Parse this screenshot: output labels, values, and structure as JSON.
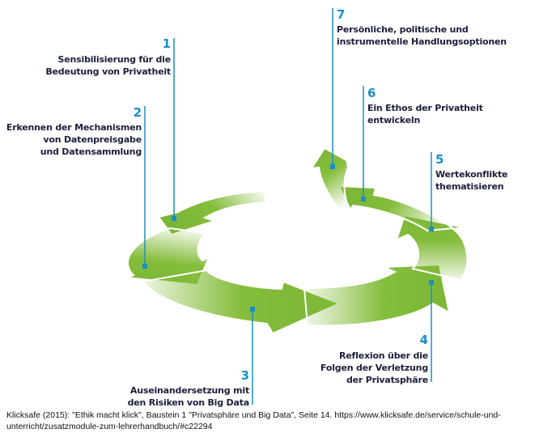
{
  "diagram": {
    "colors": {
      "arrow_green": "#85bd3c",
      "arrow_fade": "#ffffff",
      "leader_line": "#1a8fc4",
      "number": "#1a8fc4",
      "text": "#1b1f3a"
    },
    "steps": [
      {
        "number": "1",
        "lines": [
          "Sensibilisierung für die",
          "Bedeutung von Privatheit"
        ]
      },
      {
        "number": "2",
        "lines": [
          "Erkennen der Mechanismen",
          "von Datenpreisgabe",
          "und Datensammlung"
        ]
      },
      {
        "number": "3",
        "lines": [
          "Auseinandersetzung mit",
          "den Risiken von Big Data"
        ]
      },
      {
        "number": "4",
        "lines": [
          "Reflexion über die",
          "Folgen der Verletzung",
          "der Privatsphäre"
        ]
      },
      {
        "number": "5",
        "lines": [
          "Wertekonflikte",
          "thematisieren"
        ]
      },
      {
        "number": "6",
        "lines": [
          "Ein Ethos der Privatheit",
          "entwickeln"
        ]
      },
      {
        "number": "7",
        "lines": [
          "Persönliche, politische und",
          "instrumentelle Handlungsoptionen"
        ]
      }
    ]
  },
  "caption": {
    "line1": "Klicksafe (2015): \"Ethik macht klick\", Baustein 1 \"Privatsphäre und Big Data\", Seite 14. https://www.klicksafe.de/service/schule-und-",
    "line2": "unterricht/zusatzmodule-zum-lehrerhandbuch/#c22294"
  }
}
